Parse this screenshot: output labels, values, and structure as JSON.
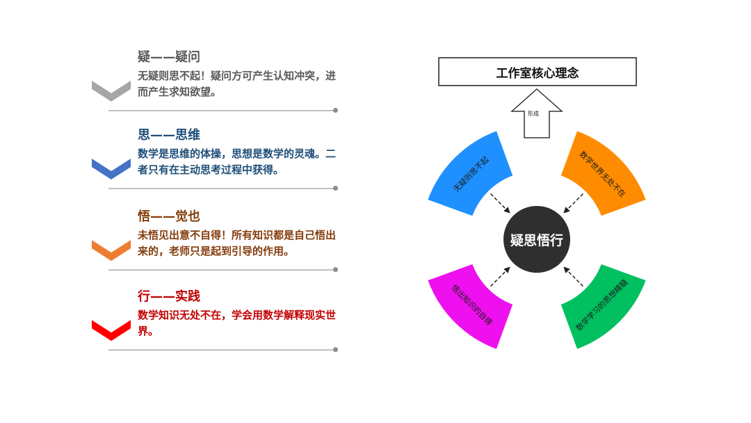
{
  "left_items": [
    {
      "title": "疑——疑问",
      "text": "无疑则思不起！疑问方可产生认知冲突，进而产生求知欲望。",
      "color": "#595959",
      "chevron_color": "#a6a6a6"
    },
    {
      "title": "思——思维",
      "text": "数学是思维的体操，思想是数学的灵魂。二者只有在主动思考过程中获得。",
      "color": "#1f4e79",
      "chevron_color": "#4472c4"
    },
    {
      "title": "悟——觉也",
      "text": "未悟见出意不自得！所有知识都是自己悟出来的，老师只是起到引导的作用。",
      "color": "#843c0c",
      "chevron_color": "#ed7d31"
    },
    {
      "title": "行——实践",
      "text": "数学知识无处不在，学会用数学解释现实世界。",
      "color": "#c00000",
      "chevron_color": "#ff0000"
    }
  ],
  "diagram": {
    "core_box": "工作室核心理念",
    "arrow_label": "形成",
    "center": "疑思悟行",
    "segments": [
      {
        "label": "无疑则思不起",
        "color": "#1e90ff"
      },
      {
        "label": "数学世界无处不在",
        "color": "#ff8c00"
      },
      {
        "label": "数学学习的思想精髓",
        "color": "#00c060"
      },
      {
        "label": "悟出知识的自得",
        "color": "#ee10ee"
      }
    ]
  }
}
